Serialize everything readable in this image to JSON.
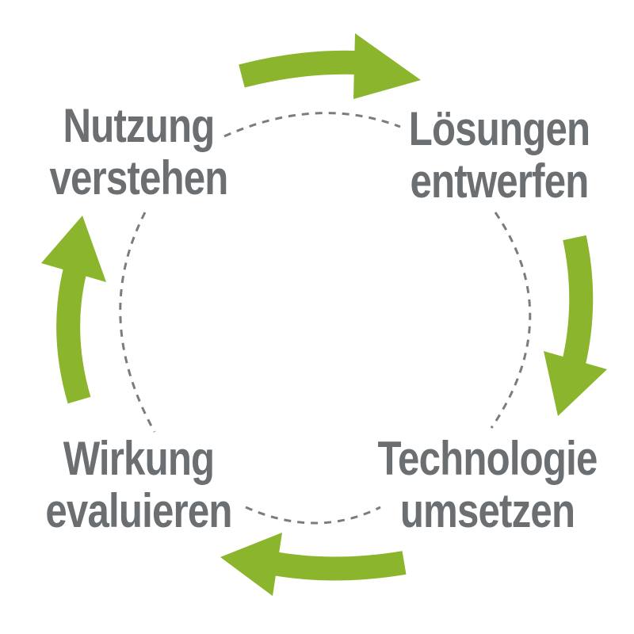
{
  "colors": {
    "arrow": "#8ab52c",
    "text": "#6b6f72",
    "dashed_circle": "#7a7d80"
  },
  "stages": [
    {
      "line1": "Nutzung",
      "line2": "verstehen"
    },
    {
      "line1": "Lösungen",
      "line2": "entwerfen"
    },
    {
      "line1": "Technologie",
      "line2": "umsetzen"
    },
    {
      "line1": "Wirkung",
      "line2": "evaluieren"
    }
  ]
}
